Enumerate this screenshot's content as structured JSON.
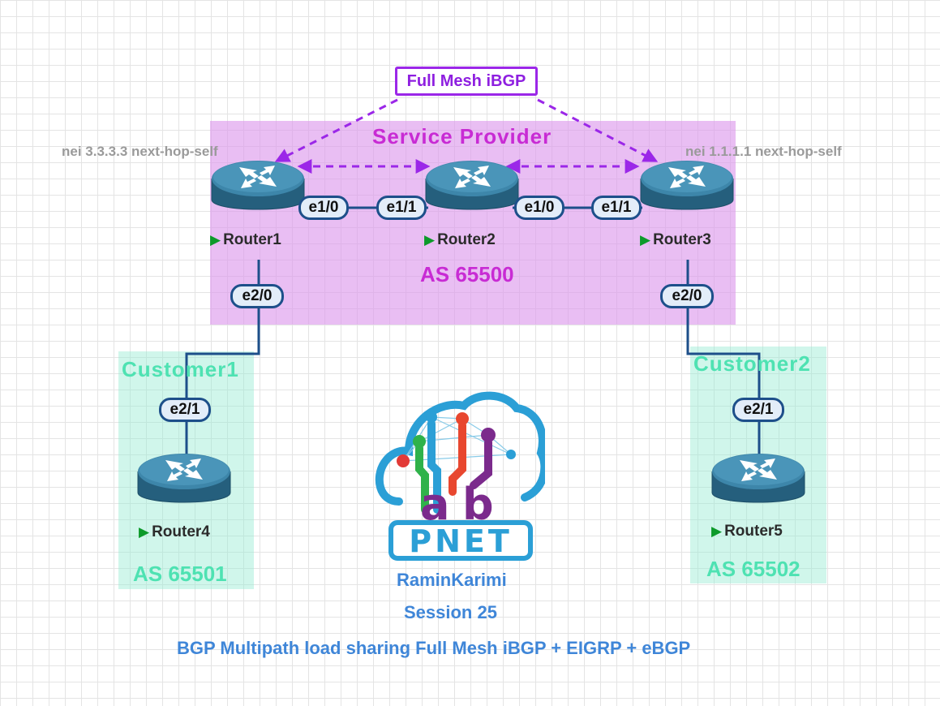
{
  "zones": {
    "service_provider": {
      "title": "Service Provider",
      "as": "AS 65500",
      "color": "#c82bd4"
    },
    "customer1": {
      "title": "Customer1",
      "as": "AS 65501",
      "color": "#4ee2b2"
    },
    "customer2": {
      "title": "Customer2",
      "as": "AS 65502",
      "color": "#4ee2b2"
    }
  },
  "full_mesh_label": "Full Mesh iBGP",
  "notes": {
    "left": "nei 3.3.3.3 next-hop-self",
    "right": "nei 1.1.1.1 next-hop-self"
  },
  "routers": {
    "r1": {
      "name": "Router1",
      "icon": "router-icon"
    },
    "r2": {
      "name": "Router2",
      "icon": "router-icon"
    },
    "r3": {
      "name": "Router3",
      "icon": "router-icon"
    },
    "r4": {
      "name": "Router4",
      "icon": "router-icon"
    },
    "r5": {
      "name": "Router5",
      "icon": "router-icon"
    }
  },
  "interfaces": {
    "r1_e10": "e1/0",
    "r2_e11": "e1/1",
    "r2_e10": "e1/0",
    "r3_e11": "e1/1",
    "r1_e20": "e2/0",
    "r3_e20": "e2/0",
    "r4_e21": "e2/1",
    "r5_e21": "e2/1"
  },
  "logo": {
    "brand": "PNET",
    "sub": "lab"
  },
  "footer": {
    "author": "RaminKarimi",
    "session": "Session 25",
    "topic": "BGP Multipath load sharing Full Mesh iBGP + EIGRP + eBGP"
  },
  "colors": {
    "mesh": "#9b27e8",
    "link": "#1d4f8a",
    "text_blue": "#3f86d8",
    "router_body": "#2f6e8c"
  }
}
